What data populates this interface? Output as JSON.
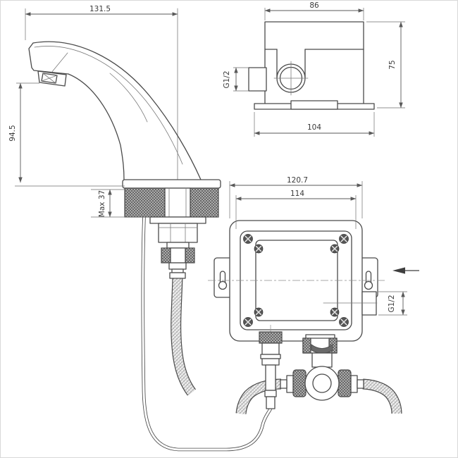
{
  "page": {
    "background": "#ffffff",
    "border_color": "#d9d9d9"
  },
  "drawing": {
    "line_color": "#4a4a4a",
    "dim_color": "#5a5a5a",
    "views": {
      "faucet_side": {
        "dims": {
          "spout_reach": "131.5",
          "spout_height": "94.5",
          "deck_max_thickness": "Max 37"
        }
      },
      "control_box_side": {
        "dims": {
          "body_width": "86",
          "body_height": "75",
          "base_width": "104",
          "inlet_thread": "G1/2"
        }
      },
      "control_box_front": {
        "dims": {
          "outer_width": "120.7",
          "inner_width": "114",
          "outlet_thread": "G1/2"
        }
      }
    }
  }
}
